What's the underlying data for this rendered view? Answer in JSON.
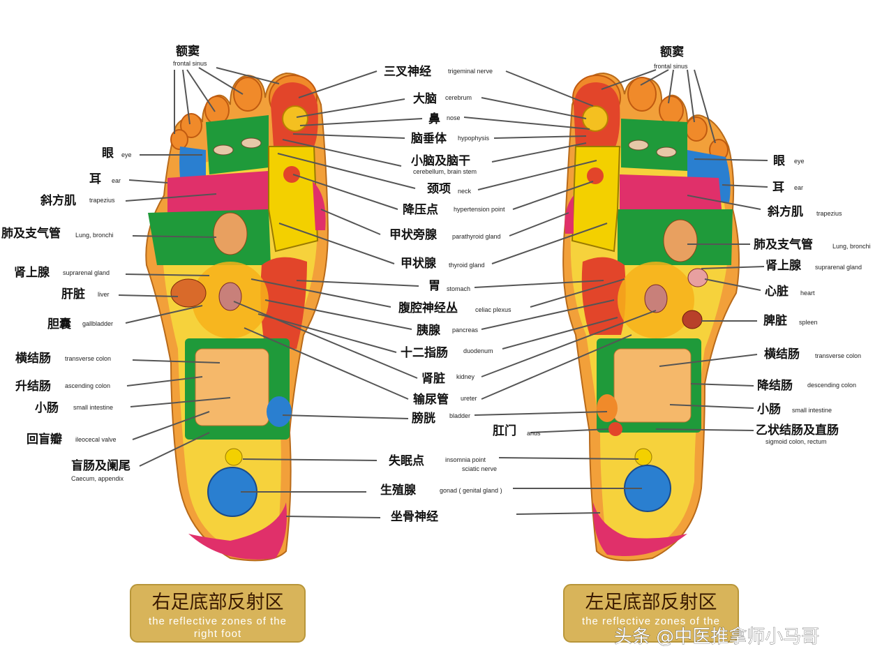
{
  "shared_labels": [
    {
      "id": "trigeminal",
      "zh": "三叉神经",
      "en": "trigeminal nerve"
    },
    {
      "id": "cerebrum",
      "zh": "大脑",
      "en": "cerebrum"
    },
    {
      "id": "nose",
      "zh": "鼻",
      "en": "nose"
    },
    {
      "id": "hypophysis",
      "zh": "脑垂体",
      "en": "hypophysis"
    },
    {
      "id": "cerebellum",
      "zh": "小脑及脑干",
      "en": "cerebellum, brain stem"
    },
    {
      "id": "neck",
      "zh": "颈项",
      "en": "neck"
    },
    {
      "id": "hypertension",
      "zh": "降压点",
      "en": "hypertension point"
    },
    {
      "id": "parathyroid",
      "zh": "甲状旁腺",
      "en": "parathyroid gland"
    },
    {
      "id": "thyroid",
      "zh": "甲状腺",
      "en": "thyroid gland"
    },
    {
      "id": "stomach",
      "zh": "胃",
      "en": "stomach"
    },
    {
      "id": "celiac",
      "zh": "腹腔神经丛",
      "en": "celiac plexus"
    },
    {
      "id": "pancreas",
      "zh": "胰腺",
      "en": "pancreas"
    },
    {
      "id": "duodenum",
      "zh": "十二指肠",
      "en": "duodenum"
    },
    {
      "id": "kidney",
      "zh": "肾脏",
      "en": "kidney"
    },
    {
      "id": "ureter",
      "zh": "输尿管",
      "en": "ureter"
    },
    {
      "id": "bladder",
      "zh": "膀胱",
      "en": "bladder"
    },
    {
      "id": "insomnia",
      "zh": "失眠点",
      "en": "insomnia point",
      "en2": "sciatic nerve"
    },
    {
      "id": "gonad",
      "zh": "生殖腺",
      "en": "gonad ( genital gland )"
    },
    {
      "id": "sciatic",
      "zh": "坐骨神经",
      "en": ""
    }
  ],
  "right_foot_labels": [
    {
      "id": "frontal_r",
      "zh": "额窦",
      "en": "frontal sinus"
    },
    {
      "id": "eye_r",
      "zh": "眼",
      "en": "eye"
    },
    {
      "id": "ear_r",
      "zh": "耳",
      "en": "ear"
    },
    {
      "id": "trapezius_r",
      "zh": "斜方肌",
      "en": "trapezius"
    },
    {
      "id": "lung_r",
      "zh": "肺及支气管",
      "en": "Lung, bronchi"
    },
    {
      "id": "adrenal_r",
      "zh": "肾上腺",
      "en": "suprarenal gland"
    },
    {
      "id": "liver",
      "zh": "肝脏",
      "en": "liver"
    },
    {
      "id": "gallbladder",
      "zh": "胆囊",
      "en": "gallbladder"
    },
    {
      "id": "transverse_r",
      "zh": "横结肠",
      "en": "transverse colon"
    },
    {
      "id": "ascending",
      "zh": "升结肠",
      "en": "ascending colon"
    },
    {
      "id": "small_r",
      "zh": "小肠",
      "en": "small intestine"
    },
    {
      "id": "ileocecal",
      "zh": "回盲瓣",
      "en": "ileocecal valve"
    },
    {
      "id": "caecum",
      "zh": "盲肠及阑尾",
      "en": "Caecum, appendix"
    }
  ],
  "left_foot_labels": [
    {
      "id": "frontal_l",
      "zh": "额窦",
      "en": "frontal sinus"
    },
    {
      "id": "eye_l",
      "zh": "眼",
      "en": "eye"
    },
    {
      "id": "ear_l",
      "zh": "耳",
      "en": "ear"
    },
    {
      "id": "trapezius_l",
      "zh": "斜方肌",
      "en": "trapezius"
    },
    {
      "id": "lung_l",
      "zh": "肺及支气管",
      "en": "Lung, bronchi"
    },
    {
      "id": "adrenal_l",
      "zh": "肾上腺",
      "en": "suprarenal gland"
    },
    {
      "id": "heart",
      "zh": "心脏",
      "en": "heart"
    },
    {
      "id": "spleen",
      "zh": "脾脏",
      "en": "spleen"
    },
    {
      "id": "transverse_l",
      "zh": "横结肠",
      "en": "transverse colon"
    },
    {
      "id": "descending",
      "zh": "降结肠",
      "en": "descending colon"
    },
    {
      "id": "small_l",
      "zh": "小肠",
      "en": "small intestine"
    },
    {
      "id": "anus",
      "zh": "肛门",
      "en": "anus"
    },
    {
      "id": "sigmoid",
      "zh": "乙状结肠及直肠",
      "en": "sigmoid colon, rectum"
    }
  ],
  "titles": {
    "right": {
      "zh": "右足底部反射区",
      "en1": "the reflective zones of the",
      "en2": "right foot"
    },
    "left": {
      "zh": "左足底部反射区",
      "en1": "the reflective zones of the",
      "en2": ""
    }
  },
  "watermark": "头条 @中医推拿师小马哥",
  "colors": {
    "outer": "#f2a03a",
    "sole": "#f6d23c",
    "green": "#1f9a3a",
    "red": "#e2452a",
    "pink": "#e0306a",
    "blue": "#2a7fd0",
    "orange": "#f08a2a"
  }
}
